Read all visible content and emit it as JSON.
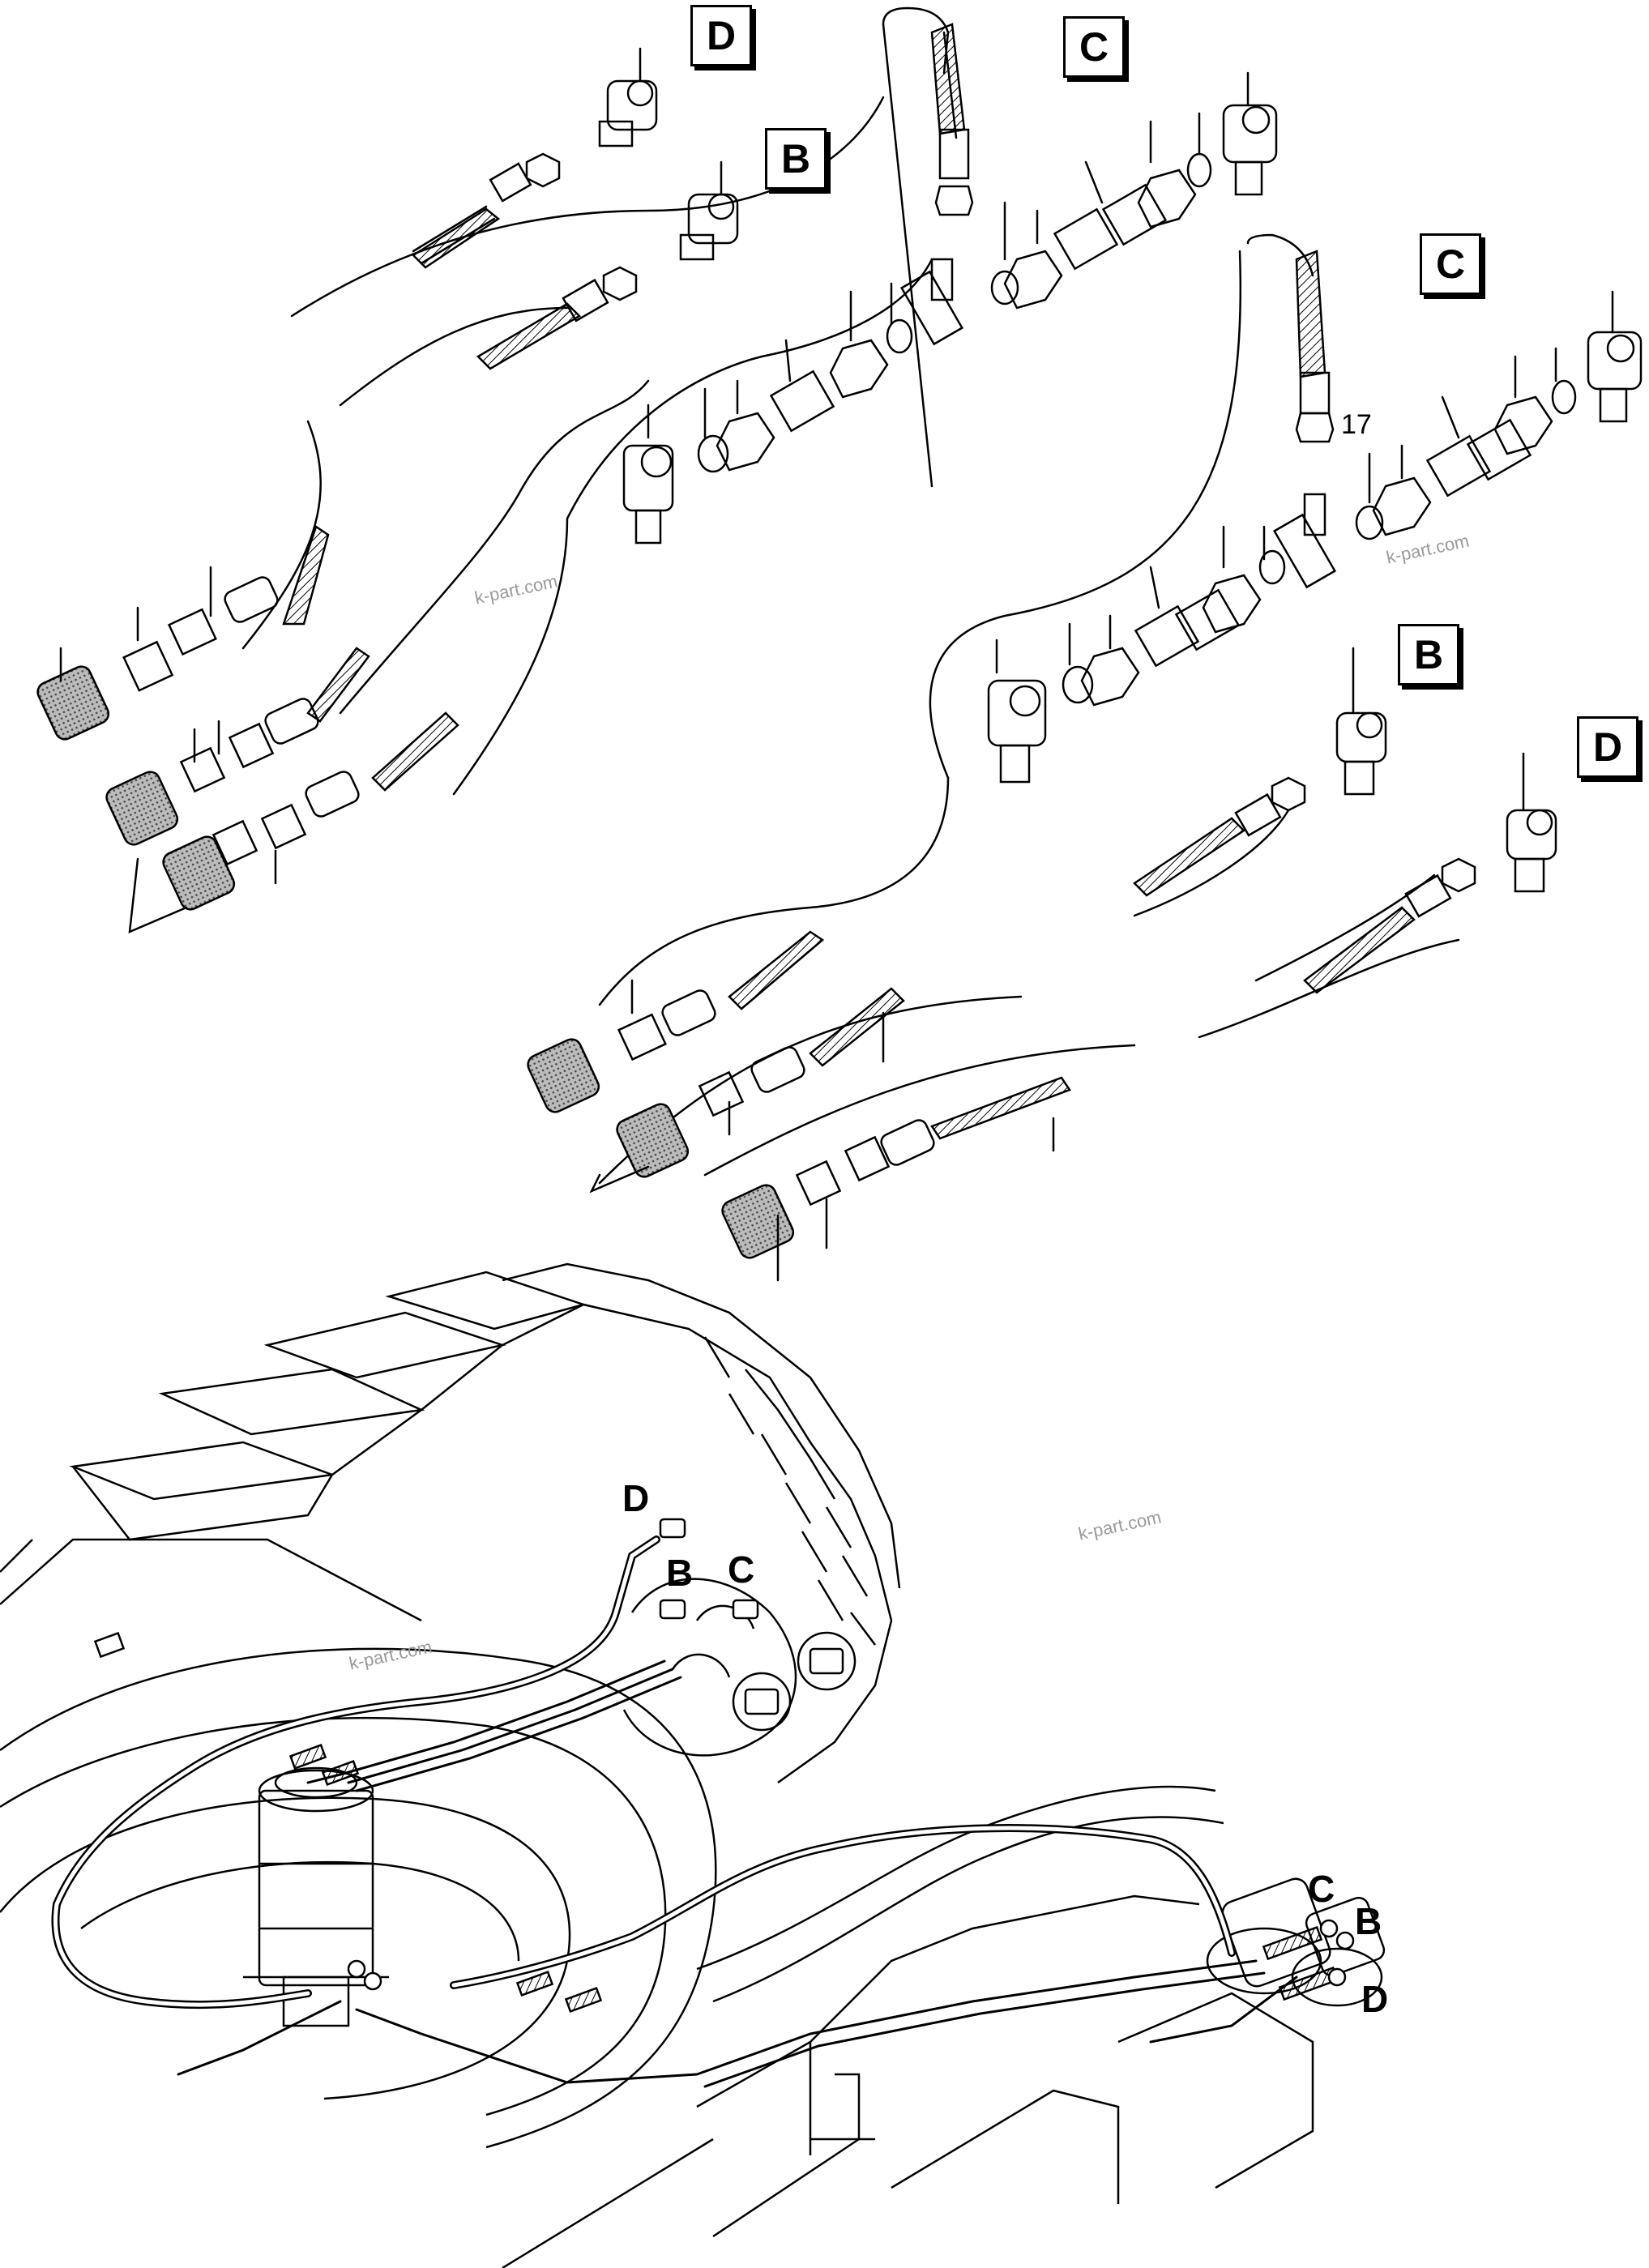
{
  "labels": {
    "d_top": "D",
    "c_top": "C",
    "b_top": "B",
    "c_right": "C",
    "b_right": "B",
    "d_right": "D",
    "part_number": "17"
  },
  "callouts": {
    "d_left": "D",
    "b_left": "B",
    "c_left": "C",
    "c_right": "C",
    "b_right": "B",
    "d_right": "D"
  },
  "watermarks": {
    "wm1": "k-part.com",
    "wm2": "k-part.com",
    "wm3": "k-part.com",
    "wm4": "k-part.com"
  }
}
